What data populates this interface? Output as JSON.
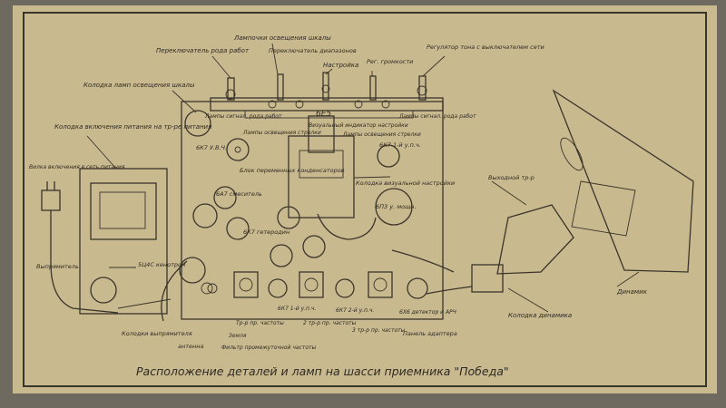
{
  "colors": {
    "backdrop": "#6f6a60",
    "paper": "#c9b98f",
    "ink": "#2e2a22",
    "frame": "#3a352b"
  },
  "caption": "Расположение деталей и ламп на шасси приемника \"Победа\"",
  "labels": {
    "band_switch": "Переключатель рода работ",
    "scale_lamp_bulbs": "Лампочки освещения шкалы",
    "range_switch": "Переключатель диапазонов",
    "tuning": "Настройка",
    "volume": "Рег. громкости",
    "tone_regulator": "Регулятор тона с выключателем сети",
    "scale_lamp_socket": "Колодка ламп освещения шкалы",
    "band_lamps": "Лампы сигнал. рода работ",
    "mode_lamps": "Лампы сигнал. рода работ",
    "tube_6e5": "6Е5",
    "visual_tuning_indicator": "Визуальный индикатор настройки",
    "arrow_lamps_left": "Лампы освещения стрелки",
    "arrow_lamps_right": "Лампы освещения стрелки",
    "mains_socket": "Колодка включения питания на тр-ре питания",
    "mains_fork": "Вилка включения в сеть питания",
    "tube_6k7_if": "6К7 У.В.Ч.",
    "tube_6k7_14": "6К7 1-й у.п.ч.",
    "variable_caps_block": "Блок переменных конденсаторов",
    "visual_tuning_socket": "Колодка визуальной настройки",
    "tube_6a7": "6А7 смеситель",
    "tube_6p3": "6П3 у. мощн.",
    "tube_6k7_het": "6К7 гетеродин",
    "tube_5c4c": "5Ц4С кенотрон",
    "rectifier_label": "Выпрямитель",
    "output_transformer": "Выходной тр-р",
    "speaker": "Динамик",
    "speaker_socket": "Колодка динамика",
    "rectifier_sockets": "Колодки выпрямителя",
    "antenna": "антенна",
    "ground": "Земля",
    "if_filter": "Фильтр промежуточной частоты",
    "if_transformer_1": "Тр-р пр. частоты",
    "if_transformer_2": "2 тр-р пр. частоты",
    "if_transformer_3": "3 тр-р пр. частоты",
    "tube_6k7_2": "6К7 2-й у.п.ч.",
    "tube_6x6": "6Х6 детектор и АРЧ",
    "adapter_panel": "Панель адаптера",
    "tube_6k7_1": "6К7 1-й у.п.ч."
  }
}
